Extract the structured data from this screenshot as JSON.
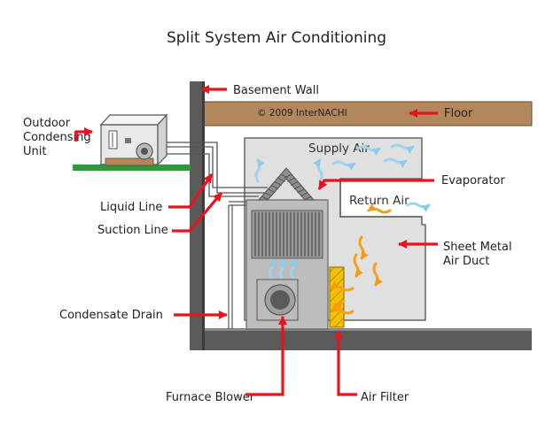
{
  "title": "Split System Air Conditioning",
  "copyright": "© 2009 InterNACHI",
  "labels": {
    "basement_wall": "Basement Wall",
    "floor": "Floor",
    "outdoor_unit": [
      "Outdoor",
      "Condensing",
      "Unit"
    ],
    "evaporator": "Evaporator",
    "liquid_line": "Liquid Line",
    "suction_line": "Suction Line",
    "sheet_metal_duct": [
      "Sheet Metal",
      "Air Duct"
    ],
    "condensate_drain": "Condensate Drain",
    "furnace_blower": "Furnace Blower",
    "air_filter": "Air Filter"
  },
  "inner_labels": {
    "supply_air": "Supply Air",
    "return_air": "Return Air"
  },
  "colors": {
    "arrow": "#e8131b",
    "wall": "#5a5a5a",
    "floor": "#b3875c",
    "duct": "#e0e0e0",
    "grass": "#2e9a3a",
    "filter": "#f2c200",
    "supply_flow": "#9fd4ef",
    "return_flow": "#f7a11a"
  }
}
